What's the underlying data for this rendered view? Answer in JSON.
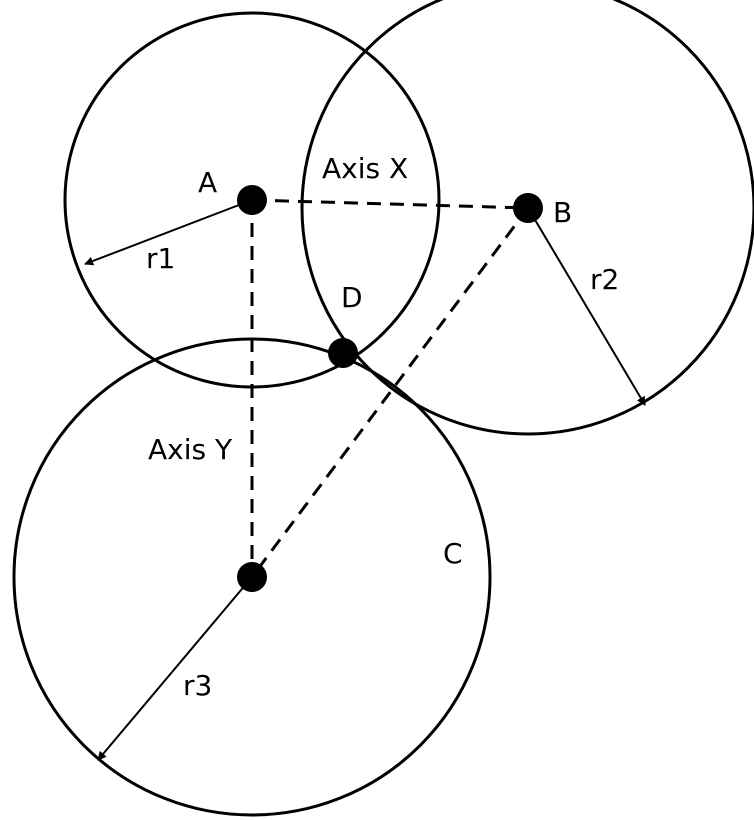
{
  "points": {
    "A": "A",
    "B": "B",
    "C": "C",
    "D": "D"
  },
  "axes": {
    "x": "Axis X",
    "y": "Axis Y"
  },
  "radii": {
    "r1": "r1",
    "r2": "r2",
    "r3": "r3"
  },
  "colors": {
    "stroke": "#000000",
    "background": "#ffffff"
  }
}
